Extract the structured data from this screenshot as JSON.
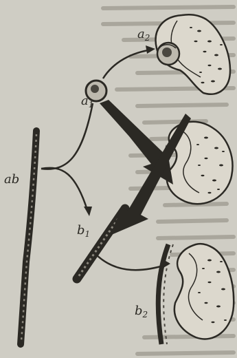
{
  "labels": {
    "a1": "a",
    "a1_sub": "1",
    "a2": "a",
    "a2_sub": "2",
    "ab": "ab",
    "b1": "b",
    "b1_sub": "1",
    "b2": "b",
    "b2_sub": "2"
  },
  "colors": {
    "paper": "#cfcdc4",
    "ink": "#2b2924",
    "faint_text": "#a9a69c"
  }
}
